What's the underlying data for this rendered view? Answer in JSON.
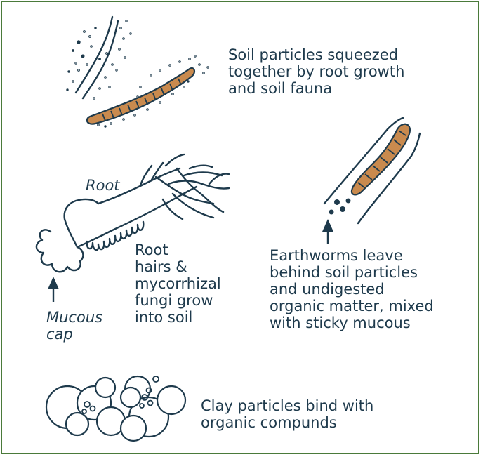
{
  "labels": {
    "soil_particles": "Soil particles squeezed\ntogether by root growth\nand soil fauna",
    "root": "Root",
    "root_hairs": "Root\nhairs &\nmycorrhizal\nfungi grow\ninto soil",
    "mucous_cap": "Mucous\ncap",
    "earthworms": "Earthworms leave\nbehind soil particles\nand undigested\norganic matter, mixed\nwith sticky mucous",
    "clay": "Clay particles bind with\norganic compunds"
  },
  "colors": {
    "border": "#4a7a3a",
    "ink": "#1e3a4c",
    "worm": "#c98a4e"
  },
  "icons": [
    "root-channel-icon",
    "worm-icon",
    "root-with-hairs-icon",
    "earthworm-burrow-icon",
    "clay-particle-cluster-icon",
    "arrow-up-icon"
  ]
}
